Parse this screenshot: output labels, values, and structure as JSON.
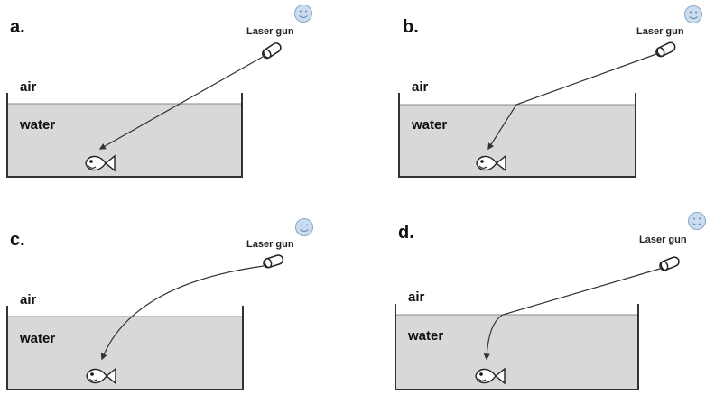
{
  "figure": {
    "colors": {
      "water": "#d8d8d8",
      "tank_wall": "#333333",
      "beam": "#333333",
      "smiley_fill": "#c9dcf0",
      "smiley_stroke": "#8aa6c4"
    },
    "panels": [
      {
        "id": "a",
        "letter": "a.",
        "air_label": "air",
        "water_label": "water",
        "gun_label": "Laser gun",
        "beam_type": "straight"
      },
      {
        "id": "b",
        "letter": "b.",
        "air_label": "air",
        "water_label": "water",
        "gun_label": "Laser gun",
        "beam_type": "refracted"
      },
      {
        "id": "c",
        "letter": "c.",
        "air_label": "air",
        "water_label": "water",
        "gun_label": "Laser gun",
        "beam_type": "curved"
      },
      {
        "id": "d",
        "letter": "d.",
        "air_label": "air",
        "water_label": "water",
        "gun_label": "Laser gun",
        "beam_type": "refracted-then-curved"
      }
    ]
  }
}
